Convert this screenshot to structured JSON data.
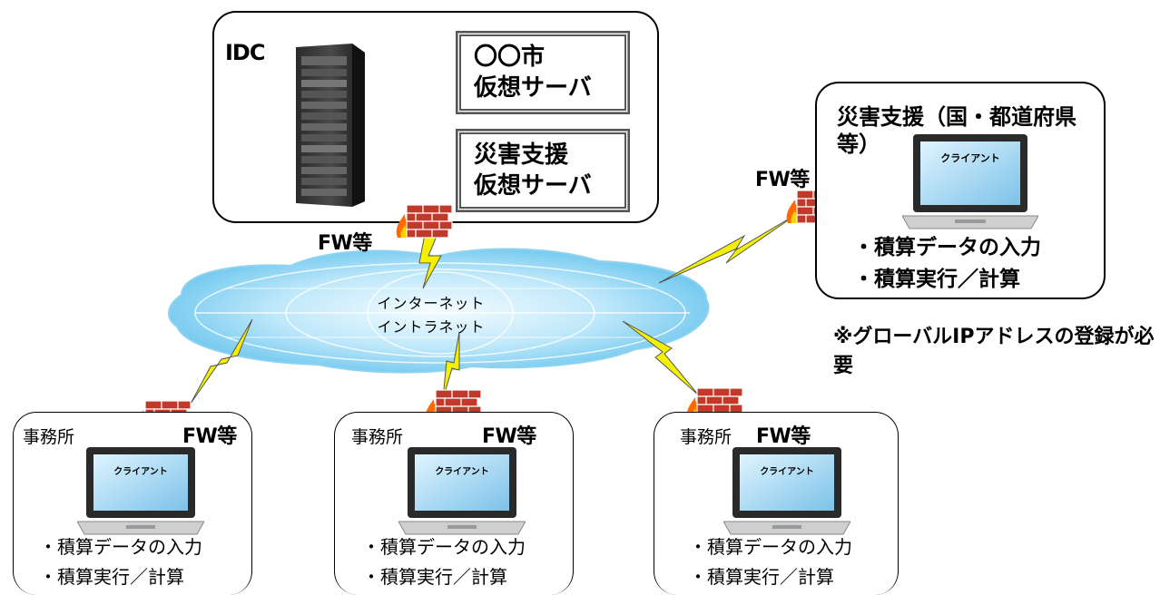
{
  "idc": {
    "label": "IDC",
    "server1_line1": "〇〇市",
    "server1_line2": "仮想サーバ",
    "server2_line1": "災害支援",
    "server2_line2": "仮想サーバ"
  },
  "fw_label": "FW等",
  "network": {
    "line1": "インターネット",
    "line2": "イントラネット"
  },
  "disaster": {
    "title_line1": "災害支援（国・都道府県",
    "title_line2": "等）",
    "client_label": "クライアント",
    "bullet1": "・積算データの入力",
    "bullet2": "・積算実行／計算"
  },
  "note": {
    "line1": "※グローバルIPアドレスの登録が必",
    "line2": "要"
  },
  "offices": [
    {
      "label": "事務所",
      "client_label": "クライアント",
      "bullet1": "・積算データの入力",
      "bullet2": "・積算実行／計算"
    },
    {
      "label": "事務所",
      "client_label": "クライアント",
      "bullet1": "・積算データの入力",
      "bullet2": "・積算実行／計算"
    },
    {
      "label": "事務所",
      "client_label": "クライアント",
      "bullet1": "・積算データの入力",
      "bullet2": "・積算実行／計算"
    }
  ],
  "colors": {
    "cloud_fill": "#8fd3f0",
    "cloud_light": "#e8f8ff",
    "lightning": "#f5f000",
    "brick": "#c0392b",
    "flame": "#ff6a00"
  }
}
